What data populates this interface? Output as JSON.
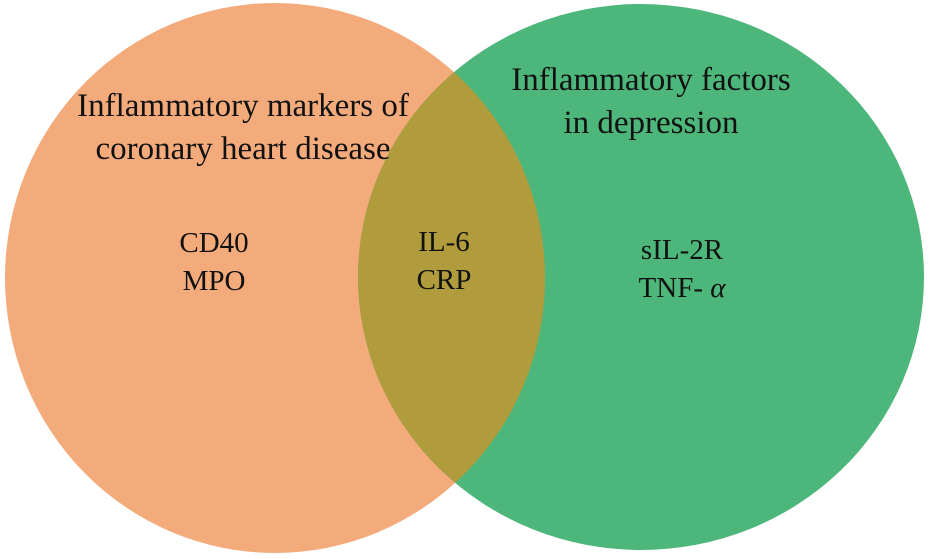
{
  "venn": {
    "background_color": "#ffffff",
    "text_color": "#111111",
    "left": {
      "title_line1": "Inflammatory markers of",
      "title_line2": "coronary heart disease",
      "color": "#F4AB7C",
      "items": [
        "CD40",
        "MPO"
      ]
    },
    "right": {
      "title_line1": "Inflammatory factors",
      "title_line2": "in depression",
      "color": "#4DB67A",
      "items": [
        "sIL-2R"
      ],
      "item_tnf": {
        "prefix": "TNF- ",
        "symbol": "α"
      }
    },
    "overlap": {
      "color": "#B09C3D",
      "items": [
        "IL-6",
        "CRP"
      ]
    }
  }
}
